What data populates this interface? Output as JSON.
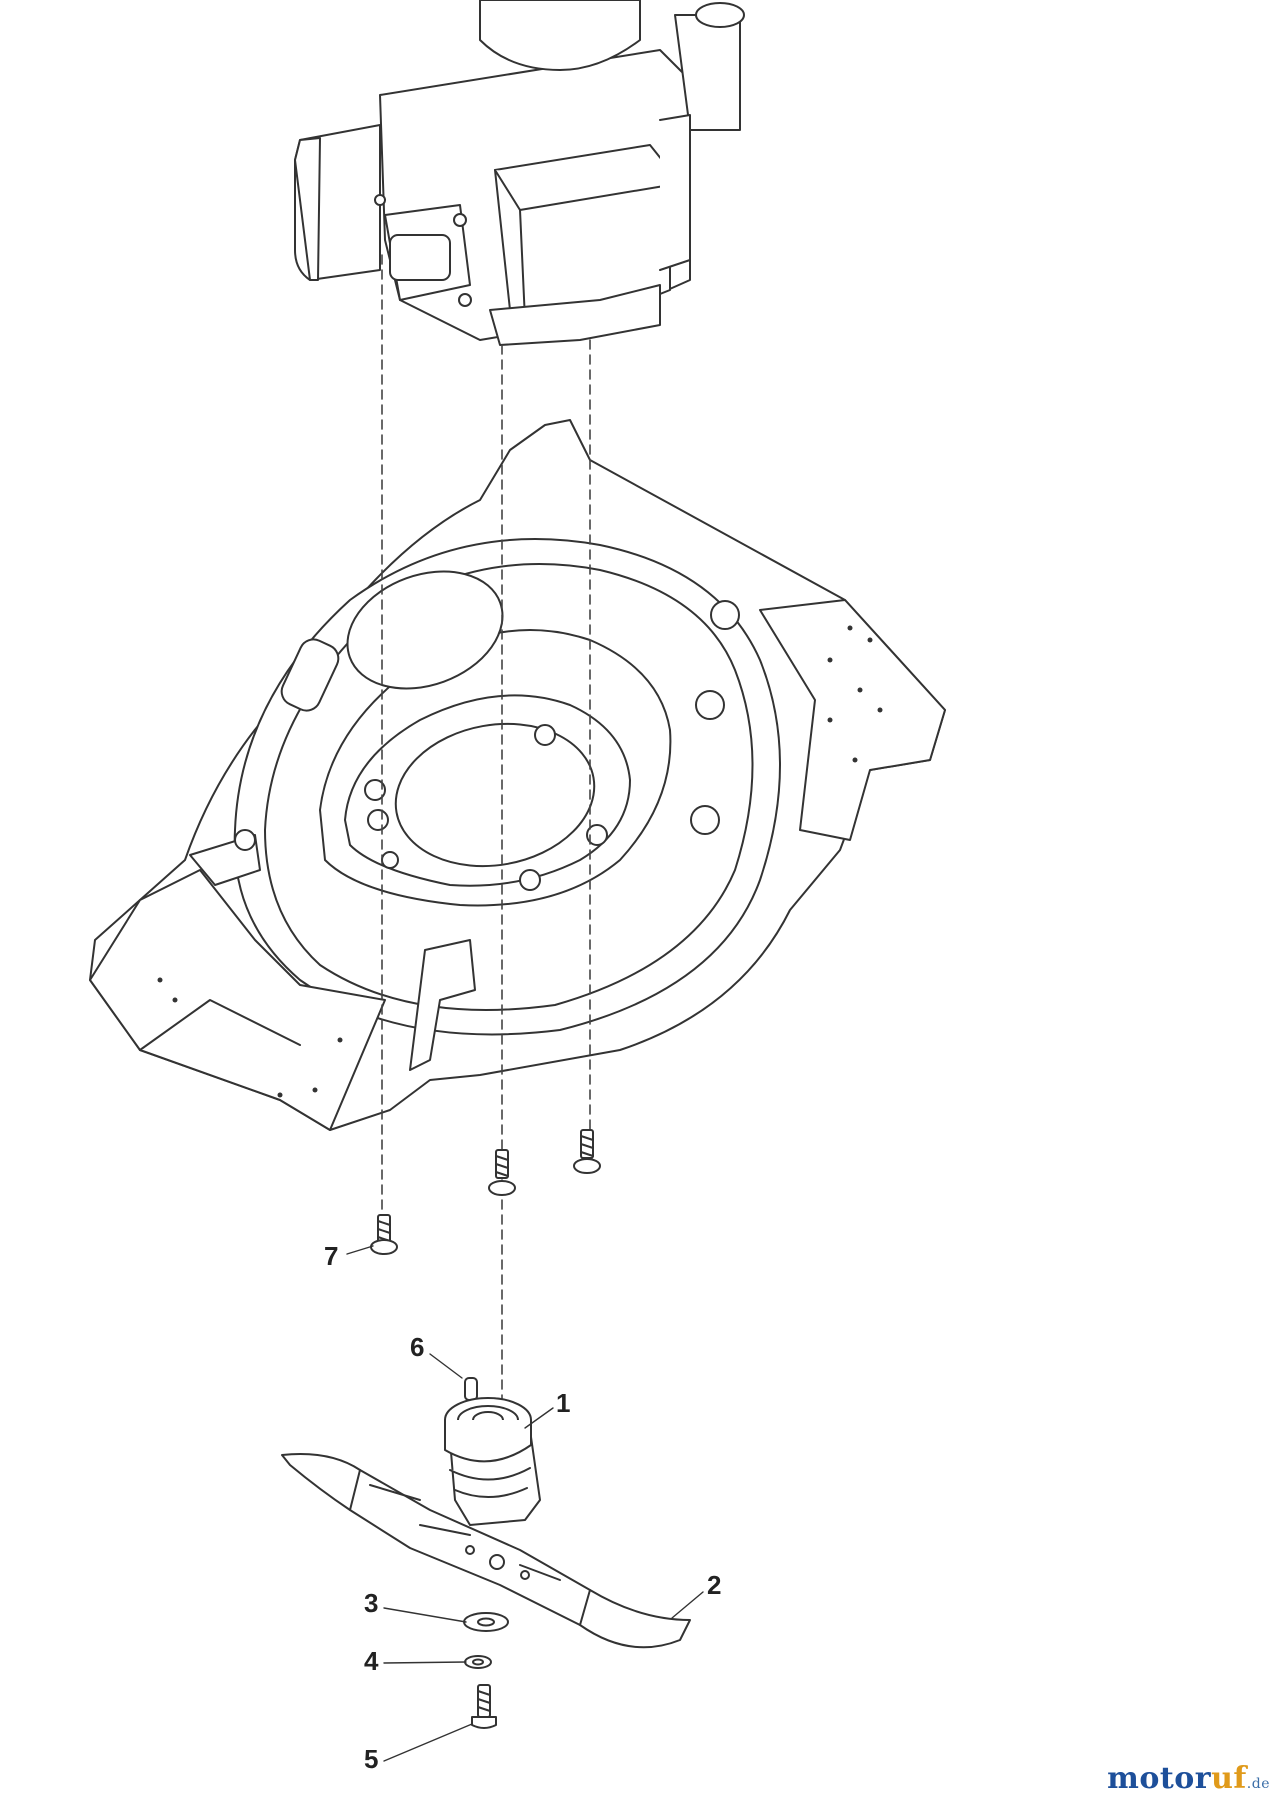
{
  "diagram": {
    "type": "exploded-parts-view",
    "callouts": [
      "1",
      "2",
      "3",
      "4",
      "5",
      "6",
      "7"
    ]
  },
  "watermark": {
    "text": "motoruf.de",
    "main": "motor",
    "accent": "uf",
    "tld": ".de",
    "colors": {
      "main": "#1d4f9a",
      "accent": "#e09a1a"
    }
  }
}
